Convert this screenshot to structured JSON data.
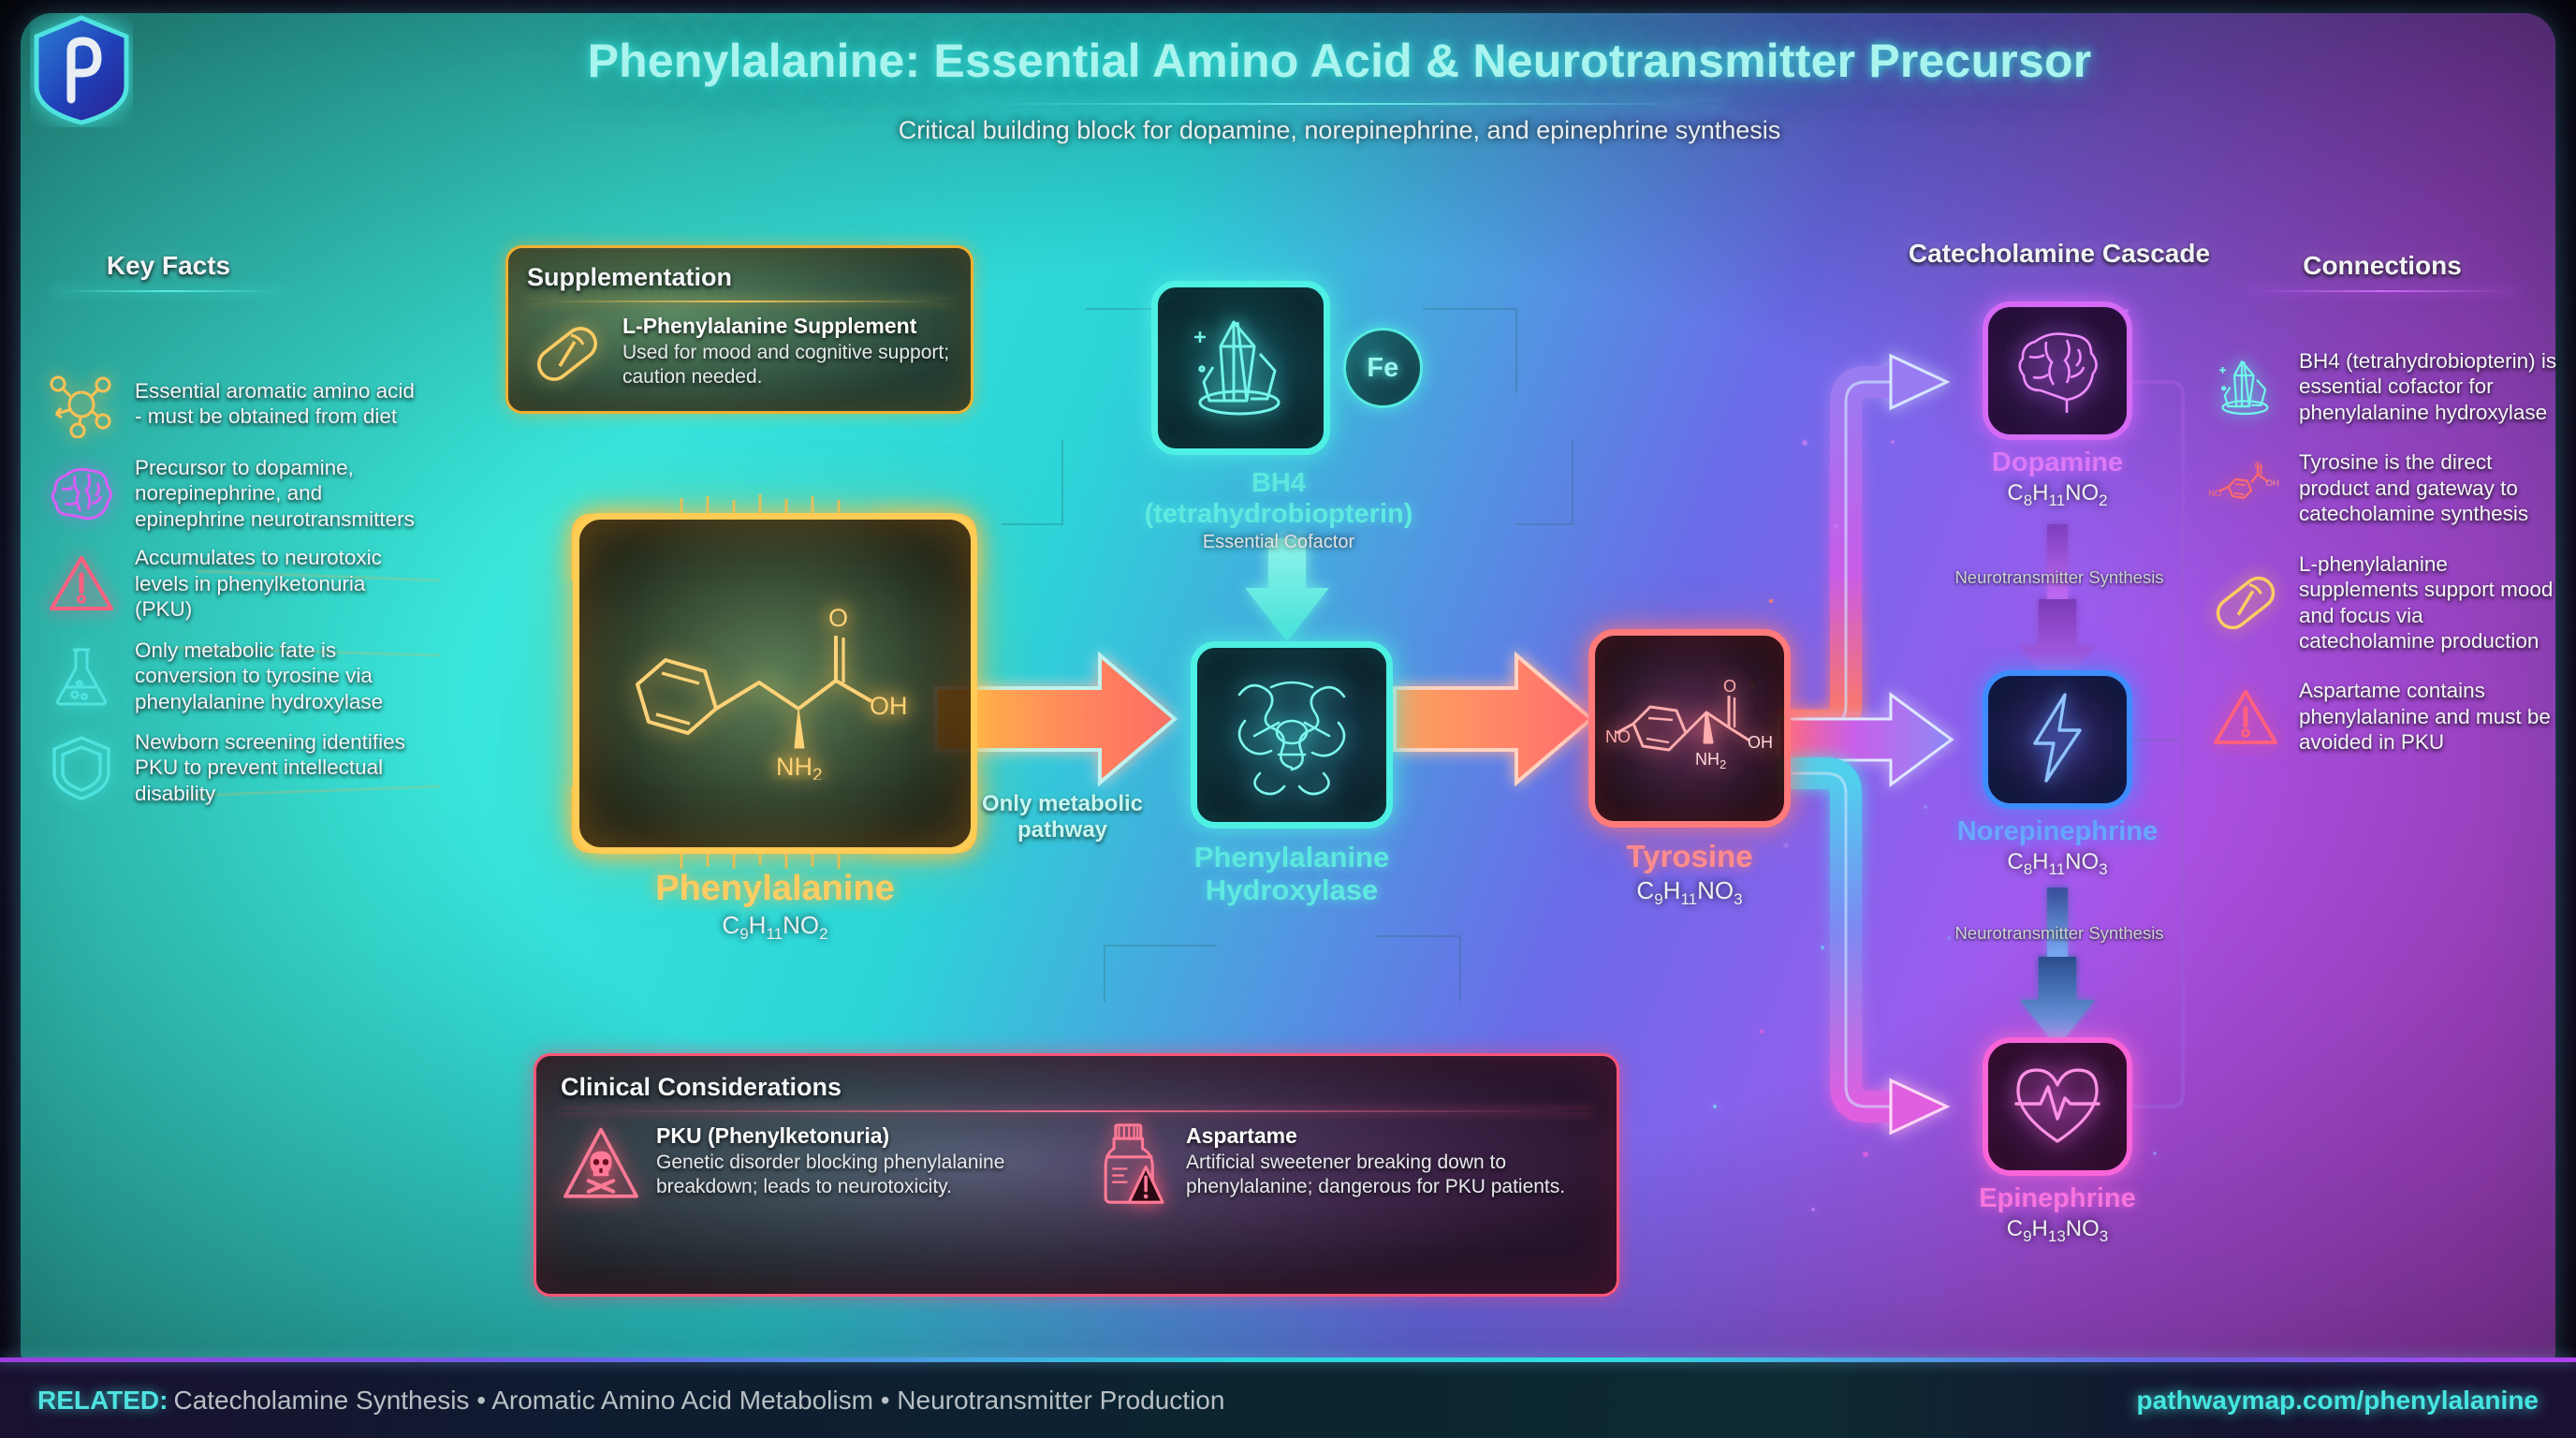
{
  "brand": {
    "logo_letter": "P"
  },
  "header": {
    "title": "Phenylalanine: Essential Amino Acid & Neurotransmitter Precursor",
    "subtitle": "Critical building block for dopamine, norepinephrine, and epinephrine synthesis"
  },
  "key_facts": {
    "heading": "Key Facts",
    "items": [
      {
        "icon": "molecule-icon",
        "text": "Essential aromatic amino acid - must be obtained from diet"
      },
      {
        "icon": "brain-icon",
        "text": "Precursor to dopamine, norepinephrine, and epinephrine neurotransmitters"
      },
      {
        "icon": "warning-triangle-icon",
        "text": "Accumulates to neurotoxic levels in phenylketonuria (PKU)"
      },
      {
        "icon": "flask-icon",
        "text": "Only metabolic fate is conversion to tyrosine via phenylalanine hydroxylase"
      },
      {
        "icon": "shield-icon",
        "text": "Newborn screening identifies PKU to prevent intellectual disability"
      }
    ]
  },
  "supplementation": {
    "title": "Supplementation",
    "icon": "capsule-icon",
    "name": "L-Phenylalanine Supplement",
    "description": "Used for mood and cognitive support; caution needed."
  },
  "pathway": {
    "substrate": {
      "label": "Phenylalanine",
      "formula_parts": [
        "C",
        "9",
        "H",
        "11",
        "NO",
        "2"
      ],
      "formula": "C9H11NO2",
      "molecule_icon": "phenylalanine-structure-icon"
    },
    "cofactor": {
      "label": "BH4 (tetrahydrobiopterin)",
      "sublabel": "Essential Cofactor",
      "icon": "crystal-icon",
      "metal_badge": "Fe"
    },
    "enzyme": {
      "label": "Phenylalanine Hydroxylase",
      "icon": "protein-ribbon-icon"
    },
    "product": {
      "label": "Tyrosine",
      "formula": "C9H11NO3",
      "molecule_icon": "tyrosine-structure-icon"
    },
    "arrow_label": "Only metabolic pathway"
  },
  "cascade": {
    "heading": "Catecholamine Cascade",
    "step_label": "Neurotransmitter Synthesis",
    "items": [
      {
        "label": "Dopamine",
        "formula": "C8H11NO2",
        "icon": "brain-icon",
        "color": "#d56bf5"
      },
      {
        "label": "Norepinephrine",
        "formula": "C8H11NO3",
        "icon": "lightning-bolt-icon",
        "color": "#5aa0ff"
      },
      {
        "label": "Epinephrine",
        "formula": "C9H13NO3",
        "icon": "heart-pulse-icon",
        "color": "#f964d8"
      }
    ]
  },
  "clinical": {
    "title": "Clinical Considerations",
    "items": [
      {
        "icon": "skull-hazard-icon",
        "name": "PKU (Phenylketonuria)",
        "description": "Genetic disorder blocking phenylalanine breakdown; leads to neurotoxicity."
      },
      {
        "icon": "bottle-warning-icon",
        "name": "Aspartame",
        "description": "Artificial sweetener breaking down to phenylalanine; dangerous for PKU patients."
      }
    ]
  },
  "connections": {
    "heading": "Connections",
    "items": [
      {
        "icon": "crystal-icon",
        "text": "BH4 (tetrahydrobiopterin) is essential cofactor for phenylalanine hydroxylase"
      },
      {
        "icon": "tyrosine-structure-icon",
        "text": "Tyrosine is the direct product and gateway to catecholamine synthesis"
      },
      {
        "icon": "capsule-icon",
        "text": "L-phenylalanine supplements support mood and focus via catecholamine production"
      },
      {
        "icon": "warning-triangle-icon",
        "text": "Aspartame contains phenylalanine and must be avoided in PKU"
      }
    ]
  },
  "footer": {
    "related_label": "RELATED:",
    "related_items": "Catecholamine Synthesis • Aromatic Amino Acid Metabolism • Neurotransmitter Production",
    "url": "pathwaymap.com/phenylalanine"
  },
  "colors": {
    "cyan": "#4fe3e0",
    "amber": "#ffcc55",
    "red": "#ff7a7a",
    "purple": "#d56bf5",
    "blue": "#5aa0ff",
    "pink": "#f964d8"
  }
}
